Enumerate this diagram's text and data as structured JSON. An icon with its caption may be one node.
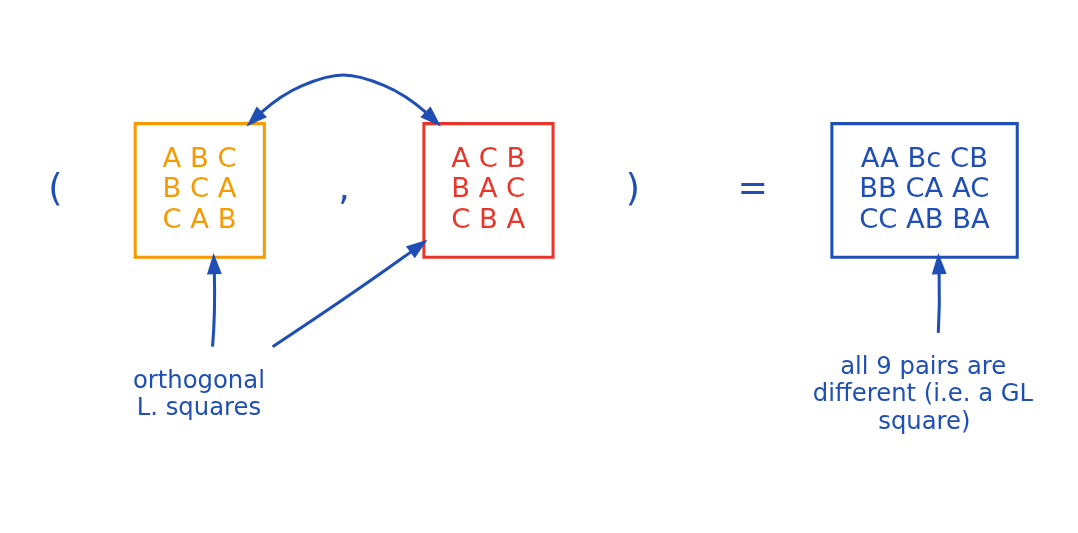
{
  "diagram": {
    "nodes": [
      {
        "text": [
          "A B C",
          "B C A",
          "C A B"
        ]
      },
      {
        "text": [
          "A C B",
          "B A C",
          "C B A"
        ]
      },
      {
        "text": [
          "AA Bc CB",
          "BB CA AC",
          "CC AB BA"
        ]
      },
      {
        "text": [
          "orthogonal L. squares"
        ]
      },
      {
        "text": [
          "all 9 pairs are different (i.e. a GL square)"
        ]
      }
    ],
    "edges": [
      {
        "from": 0,
        "to": 1,
        "arrow": "both"
      },
      {
        "from": 3,
        "to": 0,
        "arrow": "to"
      },
      {
        "from": 3,
        "to": 1,
        "arrow": "to"
      },
      {
        "from": 4,
        "to": 2,
        "arrow": "to"
      }
    ],
    "labels": [
      "(",
      ",",
      ")",
      "="
    ]
  }
}
